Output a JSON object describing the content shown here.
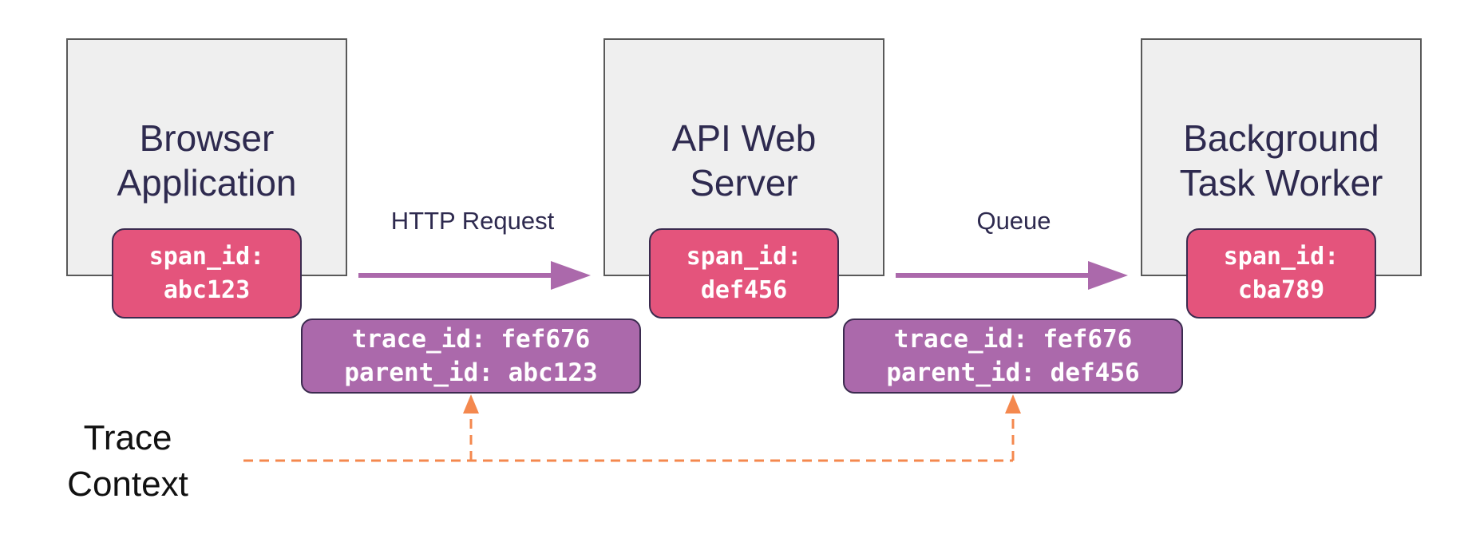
{
  "services": [
    {
      "name": "Browser\nApplication",
      "span_text": "span_id:\nabc123"
    },
    {
      "name": "API Web\nServer",
      "span_text": "span_id:\ndef456"
    },
    {
      "name": "Background\nTask Worker",
      "span_text": "span_id:\ncba789"
    }
  ],
  "connections": [
    {
      "label": "HTTP Request",
      "context": "trace_id: fef676\nparent_id: abc123"
    },
    {
      "label": "Queue",
      "context": "trace_id: fef676\nparent_id: def456"
    }
  ],
  "trace_context_label": "Trace\nContext",
  "colors": {
    "service_fill": "#efefef",
    "span_fill": "#e4547c",
    "context_fill": "#ab69ab",
    "arrow": "#ab69ab",
    "trace_line": "#f4884e"
  }
}
